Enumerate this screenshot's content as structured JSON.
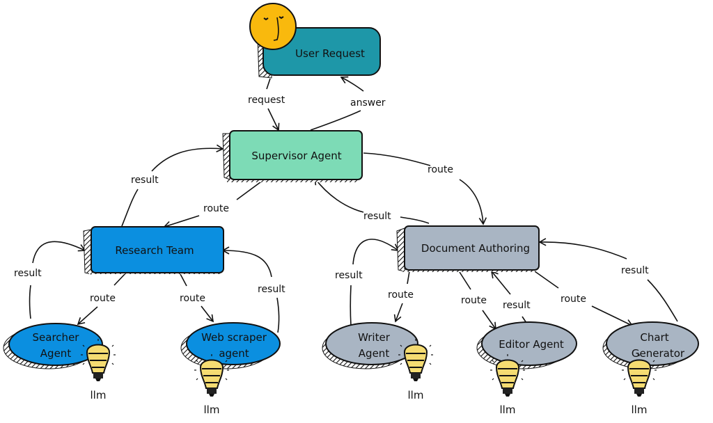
{
  "diagram": {
    "colors": {
      "user": "#1e97a8",
      "supervisor": "#7ddbb6",
      "research": "#0b8fe0",
      "document": "#a9b5c3",
      "llm": "#f5dc72",
      "avatar": "#f9b90d"
    },
    "nodes": {
      "user": {
        "label": "User Request"
      },
      "supervisor": {
        "label": "Supervisor Agent"
      },
      "research": {
        "label": "Research Team"
      },
      "document": {
        "label": "Document Authoring"
      },
      "searcher": {
        "label1": "Searcher",
        "label2": "Agent"
      },
      "webscraper": {
        "label1": "Web scraper",
        "label2": "agent"
      },
      "writer": {
        "label1": "Writer",
        "label2": "Agent"
      },
      "editor": {
        "label": "Editor Agent"
      },
      "chart": {
        "label1": "Chart",
        "label2": "Generator"
      }
    },
    "llm_label": "llm",
    "edges": {
      "request": "request",
      "answer": "answer",
      "result": "result",
      "route": "route"
    }
  }
}
